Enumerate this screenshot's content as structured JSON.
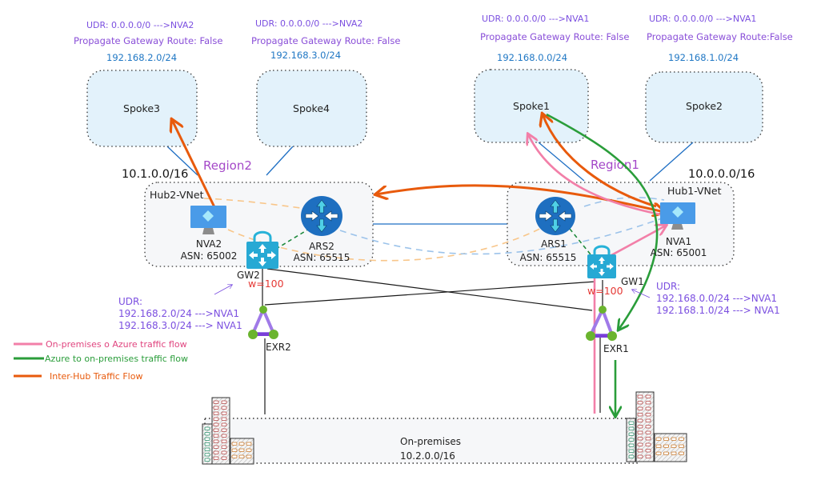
{
  "colors": {
    "onprem_to_azure": "#f27fa8",
    "azure_to_onprem": "#2a9d3a",
    "inter_hub": "#e85a0c",
    "udr_text": "#7b4fe0",
    "cidr_text": "#1f77c4",
    "region_text": "#a448c8",
    "weight_text": "#e53935"
  },
  "spokes": [
    {
      "name": "Spoke3",
      "udr": "UDR: 0.0.0.0/0 --->NVA2",
      "propagate": "Propagate Gateway Route: False",
      "cidr": "192.168.2.0/24"
    },
    {
      "name": "Spoke4",
      "udr": "UDR: 0.0.0.0/0 --->NVA2",
      "propagate": "Propagate Gateway Route: False",
      "cidr": "192.168.3.0/24"
    },
    {
      "name": "Spoke1",
      "udr": "UDR: 0.0.0.0/0 --->NVA1",
      "propagate": "Propagate Gateway Route: False",
      "cidr": "192.168.0.0/24"
    },
    {
      "name": "Spoke2",
      "udr": "UDR: 0.0.0.0/0 --->NVA1",
      "propagate": "Propagate Gateway Route:False",
      "cidr": "192.168.1.0/24"
    }
  ],
  "hubs": {
    "hub2": {
      "name": "Hub2-VNet",
      "cidr": "10.1.0.0/16",
      "region": "Region2",
      "nva": {
        "name": "NVA2",
        "asn": "ASN: 65002"
      },
      "ars": {
        "name": "ARS2",
        "asn": "ASN: 65515"
      },
      "gw": {
        "name": "GW2",
        "weight": "w=100"
      },
      "udr": {
        "title": "UDR:",
        "routes": [
          "192.168.2.0/24 --->NVA1",
          "192.168.3.0/24 ---> NVA1"
        ]
      },
      "exr": "EXR2"
    },
    "hub1": {
      "name": "Hub1-VNet",
      "cidr": "10.0.0.0/16",
      "region": "Region1",
      "nva": {
        "name": "NVA1",
        "asn": "ASN: 65001"
      },
      "ars": {
        "name": "ARS1",
        "asn": "ASN: 65515"
      },
      "gw": {
        "name": "GW1",
        "weight": "w=100"
      },
      "udr": {
        "title": "UDR:",
        "routes": [
          "192.168.0.0/24 --->NVA1",
          "192.168.1.0/24 ---> NVA1"
        ]
      },
      "exr": "EXR1"
    }
  },
  "onprem": {
    "name": "On-premises",
    "cidr": "10.2.0.0/16"
  },
  "legend": [
    {
      "label": "On-premises o Azure traffic flow",
      "color": "#f27fa8",
      "text_color": "#e0457f"
    },
    {
      "label": "Azure to on-premises traffic flow",
      "color": "#2a9d3a",
      "text_color": "#2a9d3a"
    },
    {
      "label": "Inter-Hub Traffic Flow",
      "color": "#e85a0c",
      "text_color": "#e85a0c"
    }
  ]
}
